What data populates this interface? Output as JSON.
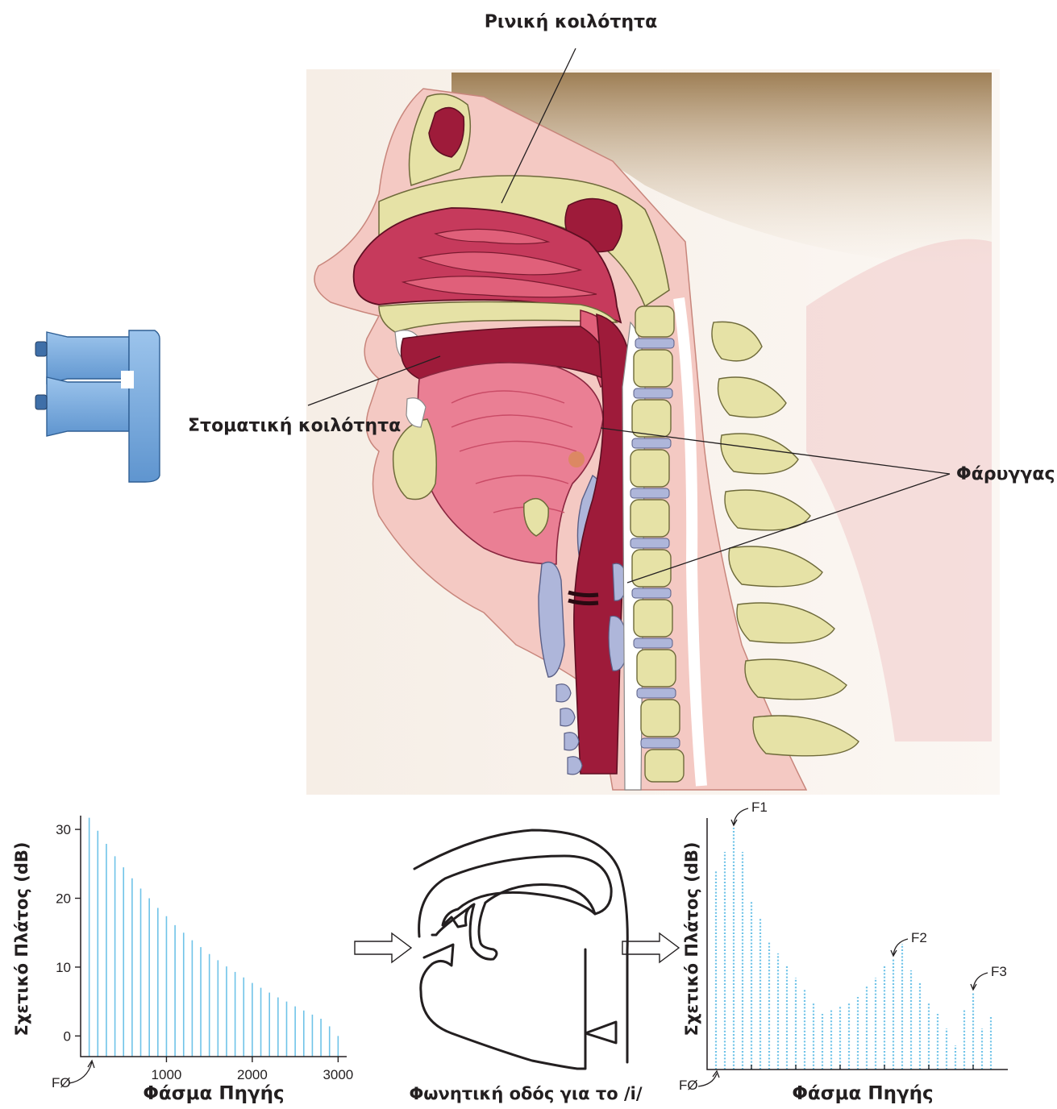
{
  "anatomy": {
    "labels": {
      "nasal_cavity": "Ρινική κοιλότητα",
      "oral_cavity": "Στοματική κοιλότητα",
      "pharynx": "Φάρυγγας"
    },
    "colors": {
      "cavity": "#9e1b3a",
      "tissue": "#e0607a",
      "bone": "#e6e2a6",
      "cartilage": "#aeb6da",
      "skin": "#f4c9c3",
      "tube_model": "#6fa6dc"
    }
  },
  "vocal_tract_caption": "Φωνητική οδός για το /i/",
  "chart_data": [
    {
      "type": "bar",
      "xlabel": "Φάσμα Πηγής",
      "ylabel": "Σχετικό Πλάτος (dB)",
      "fundamental_label": "FØ",
      "x_ticks": [
        1000,
        2000,
        3000
      ],
      "y_ticks": [
        0,
        10,
        20,
        30
      ],
      "xlim": [
        0,
        3100
      ],
      "ylim": [
        -3,
        32
      ],
      "bar_color": "#6fc3e8",
      "x": [
        100,
        200,
        300,
        400,
        500,
        600,
        700,
        800,
        900,
        1000,
        1100,
        1200,
        1300,
        1400,
        1500,
        1600,
        1700,
        1800,
        1900,
        2000,
        2100,
        2200,
        2300,
        2400,
        2500,
        2600,
        2700,
        2800,
        2900,
        3000
      ],
      "values": [
        31.7,
        29.8,
        27.9,
        26.1,
        24.5,
        22.9,
        21.4,
        20.0,
        18.6,
        17.4,
        16.1,
        15.0,
        13.9,
        12.9,
        11.9,
        11.0,
        10.1,
        9.3,
        8.5,
        7.7,
        7.0,
        6.3,
        5.6,
        5.0,
        4.3,
        3.7,
        3.1,
        2.5,
        1.4,
        0.0
      ]
    },
    {
      "type": "bar",
      "xlabel": "Φάσμα Πηγής",
      "ylabel": "Σχετικό Πλάτος (dB)",
      "fundamental_label": "FØ",
      "formant_labels": [
        "F1",
        "F2",
        "F3"
      ],
      "formant_harmonics": [
        3,
        21,
        30
      ],
      "bar_color": "#6fc3e8",
      "harmonic": [
        1,
        2,
        3,
        4,
        5,
        6,
        7,
        8,
        9,
        10,
        11,
        12,
        13,
        14,
        15,
        16,
        17,
        18,
        19,
        20,
        21,
        22,
        23,
        24,
        25,
        26,
        27,
        28,
        29,
        30,
        31,
        32
      ],
      "values": [
        82,
        90,
        100,
        90,
        70,
        63,
        53,
        48,
        43,
        38,
        33,
        28,
        23,
        25,
        26,
        28,
        30,
        35,
        38,
        43,
        46,
        52,
        41,
        36,
        28,
        23,
        17,
        10,
        25,
        32,
        17,
        22
      ]
    }
  ]
}
